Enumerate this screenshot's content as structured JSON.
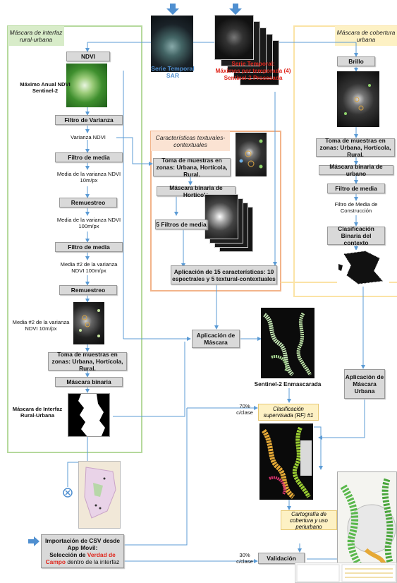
{
  "panels": {
    "left": {
      "title": "Máscara de interfaz rural-urbana"
    },
    "right": {
      "title": "Máscara de cobertura urbana"
    },
    "middle": {
      "title": "Características texturales-contextuales"
    }
  },
  "top": {
    "sar_label_a": "Serie Temporal",
    "sar_label_b": "SAR",
    "s2_label_a": "Serie Temporal:",
    "s2_label_b": "Máximos por temporada (4)",
    "s2_label_c": "Sentinel-2 Procesada"
  },
  "left": {
    "ndvi": "NDVI",
    "ndvi_caption": "Máximo Anual NDVI Sentinel-2",
    "filtro_varianza": "Filtro de Varianza",
    "varianza_ndvi": "Varianza NDVI",
    "filtro_media_1": "Filtro de media",
    "media_varianza_10": "Media de la varianza NDVI 10m/px",
    "remuestreo_1": "Remuestreo",
    "media_varianza_100": "Media de la varianza NDVI 100m/px",
    "filtro_media_2": "Filtro de media",
    "media2_100": "Media #2 de la varianza NDVI 100m/px",
    "remuestreo_2": "Remuestreo",
    "media2_10": "Media #2 de la varianza NDVI 10m/px",
    "toma_muestras": "Toma de muestras en zonas: Urbana, Hortícola, Rural.",
    "mascara_binaria": "Máscara binaria",
    "mascara_interfaz": "Máscara de Interfaz Rural-Urbana"
  },
  "middle": {
    "toma_muestras": "Toma de muestras en zonas: Urbana, Hortícola, Rural.",
    "mascara_horticola": "Máscara binaria de Hortícola",
    "filtros_media": "5 Filtros de media",
    "aplicacion_15": "Aplicación de 15 características: 10 espectrales y 5 textural-contextuales",
    "aplicacion_mascara": "Aplicación de Máscara",
    "s2_enmascarada": "Sentinel-2  Enmascarada"
  },
  "right": {
    "brillo": "Brillo",
    "toma_muestras": "Toma de muestras en zonas: Urbana, Hortícola, Rural.",
    "mascara_urbano": "Máscara binaria de urbano",
    "filtro_media": "Filtro de media",
    "filtro_media_construccion": "Filtro de Media de Construcción",
    "clasificacion_binaria": "Clasificación Binaria del contexto",
    "aplicacion_mascara_urbana": "Aplicación de Máscara Urbana"
  },
  "bottom": {
    "pct70": "70%",
    "cclase70": "c/clase",
    "clasificacion": "Clasificación supervisada (RF) #1",
    "cartografia": "Cartografía de cobertura y uso periurbano",
    "import_a": "Importación de CSV desde App Movil:",
    "import_b": "Selección de ",
    "import_red": "Verdad de Campo",
    "import_c": " dentro de la interfaz",
    "pct30": "30%",
    "cclase30": "c/clase",
    "validacion": "Validación"
  },
  "colors": {
    "left_border": "#b5d99c",
    "middle_border": "#f2b48a",
    "right_border": "#fbe3a6",
    "arrow": "#5b9bd5",
    "box": "#d9d9d9",
    "red_text": "#e0251b"
  }
}
